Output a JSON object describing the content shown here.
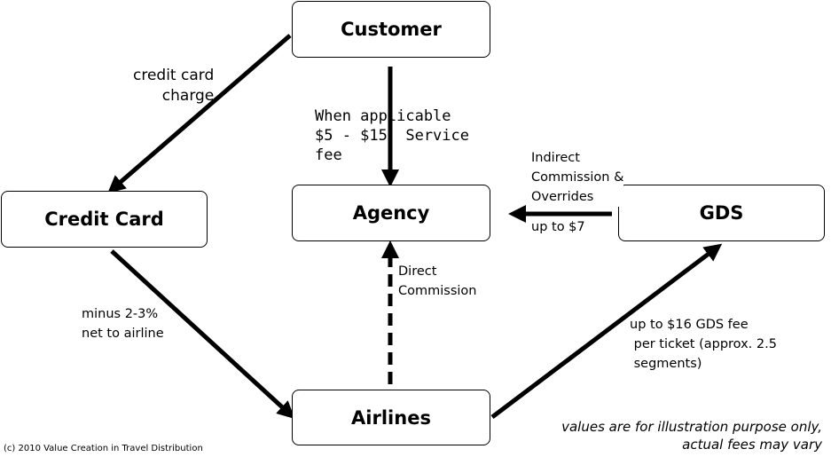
{
  "nodes": {
    "customer": "Customer",
    "credit_card": "Credit Card",
    "agency": "Agency",
    "gds": "GDS",
    "airlines": "Airlines"
  },
  "edges": {
    "customer_to_credit_card": "credit card\ncharge",
    "customer_to_agency": "When applicable\n$5 - $15  Service\nfee",
    "gds_to_agency_top": "Indirect\nCommission &\nOverrides",
    "gds_to_agency_bottom": "up to $7",
    "airlines_to_agency": "Direct\nCommission",
    "credit_card_to_airlines": "minus 2-3%\nnet to airline",
    "airlines_to_gds": "up to $16 GDS fee\n per ticket (approx. 2.5\n segments)"
  },
  "disclaimer": "values are for illustration purpose only,\nactual fees may vary",
  "copyright": "(c) 2010 Value Creation in Travel Distribution"
}
